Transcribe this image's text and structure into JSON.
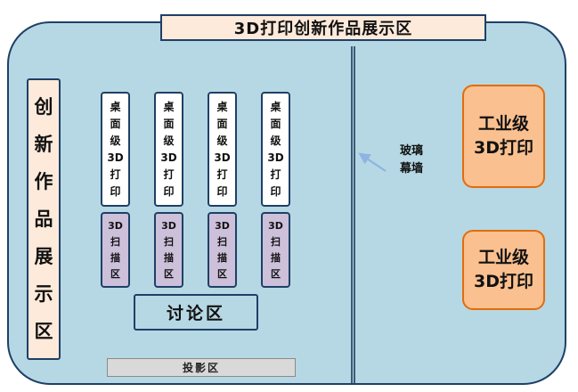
{
  "diagram": {
    "title": "3D打印创新作品展示区",
    "left_zone": {
      "label": "创\n新\n作\n品\n展\n示\n区"
    },
    "desktop_printers": [
      {
        "label": "桌\n面\n级\n3D\n打\n印"
      },
      {
        "label": "桌\n面\n级\n3D\n打\n印"
      },
      {
        "label": "桌\n面\n级\n3D\n打\n印"
      },
      {
        "label": "桌\n面\n级\n3D\n打\n印"
      }
    ],
    "scan_areas": [
      {
        "label": "3D\n扫\n描\n区"
      },
      {
        "label": "3D\n扫\n描\n区"
      },
      {
        "label": "3D\n扫\n描\n区"
      },
      {
        "label": "3D\n扫\n描\n区"
      }
    ],
    "discussion": {
      "label": "讨论区"
    },
    "projection": {
      "label": "投影区"
    },
    "glass_wall": {
      "label": "玻璃\n幕墙"
    },
    "industrial_printers": [
      {
        "label": "工业级\n3D打印"
      },
      {
        "label": "工业级\n3D打印"
      }
    ],
    "colors": {
      "main_bg": "#b6d8e4",
      "outline": "#1f4066",
      "banner_bg": "#fdeada",
      "scan_bg": "#ccc0da",
      "industrial_bg": "#fac08f",
      "industrial_border": "#e36c0a",
      "projection_bg": "#d9d9d9",
      "arrow": "#8db4e2"
    }
  }
}
